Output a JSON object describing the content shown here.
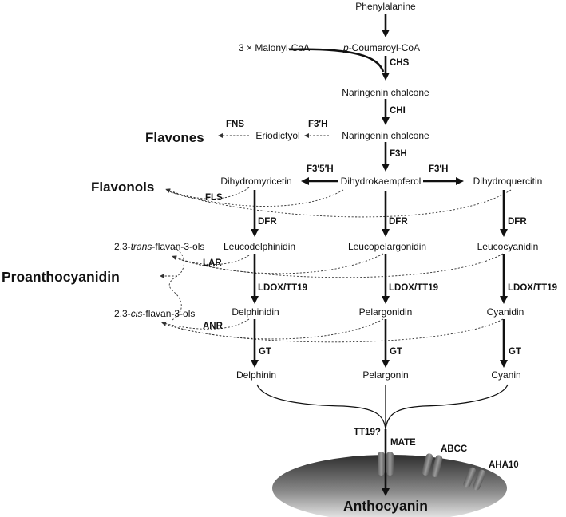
{
  "metabolites": {
    "phenylalanine": "Phenylalanine",
    "malonyl": "3 × Malonyl-CoA",
    "coumaroyl_prefix": "p",
    "coumaroyl_rest": "-Coumaroyl-CoA",
    "naringenin_chalcone_1": "Naringenin chalcone",
    "naringenin_chalcone_2": "Naringenin chalcone",
    "eriodictyol": "Eriodictyol",
    "dihydrokaempferol": "Dihydrokaempferol",
    "dihydromyricetin": "Dihydromyricetin",
    "dihydroquercitin": "Dihydroquercitin",
    "leucodelphinidin": "Leucodelphinidin",
    "leucopelargonidin": "Leucopelargonidin",
    "leucocyanidin": "Leucocyanidin",
    "trans_prefix": "2,3-",
    "trans_italic": "trans",
    "trans_suffix": "-flavan-3-ols",
    "cis_prefix": "2,3-",
    "cis_italic": "cis",
    "cis_suffix": "-flavan-3-ols",
    "delphinidin": "Delphinidin",
    "pelargonidin": "Pelargonidin",
    "cyanidin": "Cyanidin",
    "delphinin": "Delphinin",
    "pelargonin": "Pelargonin",
    "cyanin": "Cyanin"
  },
  "products": {
    "flavones": "Flavones",
    "flavonols": "Flavonols",
    "proanthocyanidin": "Proanthocyanidin",
    "anthocyanin": "Anthocyanin"
  },
  "enzymes": {
    "chs": "CHS",
    "chi": "CHI",
    "fns": "FNS",
    "f3h_prime_left": "F3′H",
    "f3h": "F3H",
    "f35h": "F3′5′H",
    "f3h_prime_right": "F3′H",
    "fls": "FLS",
    "dfr_1": "DFR",
    "dfr_2": "DFR",
    "dfr_3": "DFR",
    "lar": "LAR",
    "ldox_1": "LDOX/TT19",
    "ldox_2": "LDOX/TT19",
    "ldox_3": "LDOX/TT19",
    "anr": "ANR",
    "gt_1": "GT",
    "gt_2": "GT",
    "gt_3": "GT"
  },
  "transport": {
    "tt19": "TT19?",
    "mate": "MATE",
    "abcc": "ABCC",
    "aha10": "AHA10"
  },
  "colors": {
    "line": "#111111",
    "vacuole_dark": "#2e2e2e",
    "vacuole_light": "#f2f2f2",
    "transporter": "#7a7a7a"
  }
}
